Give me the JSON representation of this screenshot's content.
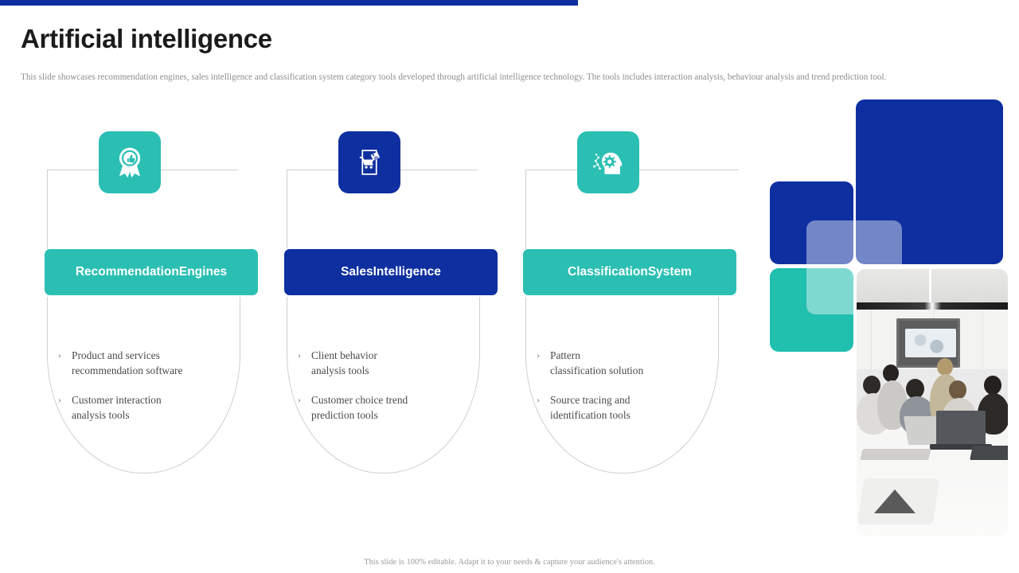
{
  "slide": {
    "title": "Artificial intelligence",
    "subtitle": "This slide showcases recommendation engines, sales intelligence and classification system category tools developed through artificial intelligence technology. The tools includes interaction analysis, behaviour analysis and trend prediction tool.",
    "footer": "This slide is 100% editable. Adapt it to your needs & capture your audience's attention."
  },
  "theme": {
    "accent_blue": "#0e2fa0",
    "accent_teal": "#2bbfb3",
    "text_dark": "#1b1b1b",
    "text_muted": "#8e8e8e",
    "border": "#cfcfcf"
  },
  "cards": [
    {
      "title": "Recommendation\nEngines",
      "title_line1": "Recommendation",
      "title_line2": "Engines",
      "color": "#2bbfb3",
      "icon": "award-ribbon-thumbsup-icon",
      "bullets": [
        {
          "mark": "›",
          "line1": "Product and services",
          "line2": "recommendation software"
        },
        {
          "mark": "›",
          "line1": "Customer interaction",
          "line2": "analysis tools"
        }
      ]
    },
    {
      "title": "Sales\nIntelligence",
      "title_line1": "Sales",
      "title_line2": "Intelligence",
      "color": "#0e2fa0",
      "icon": "mobile-shopping-cart-tag-icon",
      "bullets": [
        {
          "mark": "›",
          "line1": "Client behavior",
          "line2": "analysis tools"
        },
        {
          "mark": "›",
          "line1": "Customer choice trend",
          "line2": "prediction tools"
        }
      ]
    },
    {
      "title": "Classification\nSystem",
      "title_line1": "Classification",
      "title_line2": "System",
      "color": "#2bbfb3",
      "icon": "head-gear-ai-icon",
      "bullets": [
        {
          "mark": "›",
          "line1": "Pattern",
          "line2": "classification solution"
        },
        {
          "mark": "›",
          "line1": "Source tracing and",
          "line2": "identification tools"
        }
      ]
    }
  ],
  "decoration": {
    "blocks": [
      {
        "name": "large-blue-block",
        "color": "#0e2fa0"
      },
      {
        "name": "small-blue-block",
        "color": "#0e2fa0"
      },
      {
        "name": "teal-block",
        "color": "#21bfae"
      },
      {
        "name": "white-overlay-block",
        "color": "rgba(255,255,255,0.42)"
      }
    ],
    "photo_alt": "team meeting in conference room"
  }
}
